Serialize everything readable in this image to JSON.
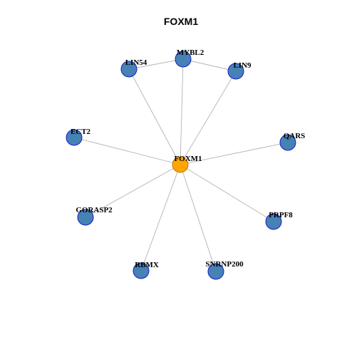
{
  "title": "FOXM1",
  "colors": {
    "hub_fill": "#FFA500",
    "hub_stroke": "#C07A00",
    "node_fill": "#4682B4",
    "node_stroke": "#1a1acc",
    "edge": "#b3b3b3"
  },
  "nodes": [
    {
      "id": "FOXM1",
      "label": "FOXM1",
      "hub": true
    },
    {
      "id": "MYBL2",
      "label": "MYBL2"
    },
    {
      "id": "LIN54",
      "label": "LIN54"
    },
    {
      "id": "LIN9",
      "label": "LIN9"
    },
    {
      "id": "ECT2",
      "label": "ECT2"
    },
    {
      "id": "QARS",
      "label": "QARS"
    },
    {
      "id": "GORASP2",
      "label": "GORASP2"
    },
    {
      "id": "PRPF8",
      "label": "PRPF8"
    },
    {
      "id": "RBMX",
      "label": "RBMX"
    },
    {
      "id": "SNRNP200",
      "label": "SNRNP200"
    }
  ],
  "edges": [
    {
      "source": "FOXM1",
      "target": "MYBL2"
    },
    {
      "source": "FOXM1",
      "target": "LIN54"
    },
    {
      "source": "FOXM1",
      "target": "LIN9"
    },
    {
      "source": "FOXM1",
      "target": "ECT2"
    },
    {
      "source": "FOXM1",
      "target": "QARS"
    },
    {
      "source": "FOXM1",
      "target": "GORASP2"
    },
    {
      "source": "FOXM1",
      "target": "PRPF8"
    },
    {
      "source": "FOXM1",
      "target": "RBMX"
    },
    {
      "source": "FOXM1",
      "target": "SNRNP200"
    },
    {
      "source": "MYBL2",
      "target": "LIN54"
    },
    {
      "source": "MYBL2",
      "target": "LIN9"
    }
  ]
}
